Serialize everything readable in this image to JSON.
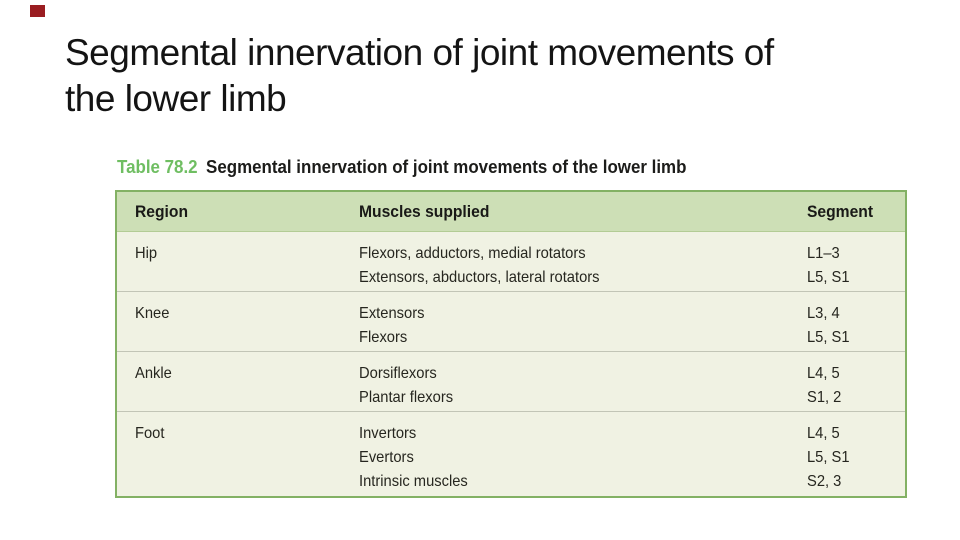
{
  "slide": {
    "title_line1": "Segmental innervation of joint movements of",
    "title_line2": "the lower limb"
  },
  "table": {
    "caption_label": "Table 78.2",
    "caption_title": "Segmental innervation of joint movements of the lower limb",
    "columns": [
      "Region",
      "Muscles supplied",
      "Segment"
    ],
    "groups": [
      {
        "region": "Hip",
        "rows": [
          {
            "muscles": "Flexors, adductors, medial rotators",
            "segment": "L1–3"
          },
          {
            "muscles": "Extensors, abductors, lateral rotators",
            "segment": "L5, S1"
          }
        ]
      },
      {
        "region": "Knee",
        "rows": [
          {
            "muscles": "Extensors",
            "segment": "L3, 4"
          },
          {
            "muscles": "Flexors",
            "segment": "L5, S1"
          }
        ]
      },
      {
        "region": "Ankle",
        "rows": [
          {
            "muscles": "Dorsiflexors",
            "segment": "L4, 5"
          },
          {
            "muscles": "Plantar flexors",
            "segment": "S1, 2"
          }
        ]
      },
      {
        "region": "Foot",
        "rows": [
          {
            "muscles": "Invertors",
            "segment": "L4, 5"
          },
          {
            "muscles": "Evertors",
            "segment": "L5, S1"
          },
          {
            "muscles": "Intrinsic muscles",
            "segment": "S2, 3"
          }
        ]
      }
    ],
    "colors": {
      "accent_red": "#9a1d21",
      "caption_green": "#6fbe62",
      "table_border": "#83b164",
      "header_bg": "#cddfb6",
      "body_bg": "#f0f2e3",
      "separator": "#c2c5b6",
      "body_text": "#26261f"
    }
  }
}
